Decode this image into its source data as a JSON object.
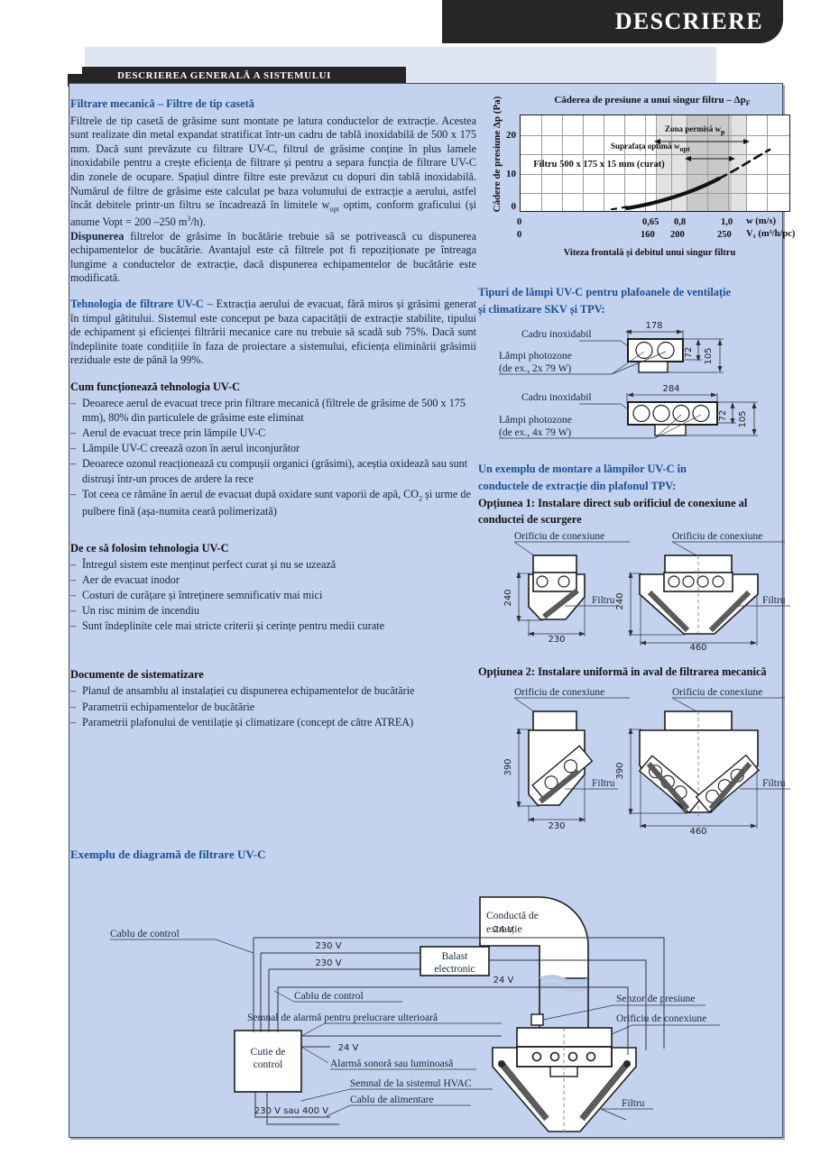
{
  "header": {
    "tab_title": "DESCRIERE",
    "sub_tab_title": "DESCRIEREA GENERALĂ A SISTEMULUI"
  },
  "left": {
    "s1_heading": "Filtrare mecanică – Filtre de tip casetă",
    "s1_p1_a": "Filtrele de tip casetă de grăsime sunt montate pe latura conductelor de extracție. Acestea sunt realizate din metal expandat stratificat într-un cadru de tablă inoxidabilă de 500 x 175 mm. Dacă sunt prevăzute cu filtrare UV-C, filtrul de grăsime conține în plus lamele inoxidabile pentru a crește eficiența de filtrare și pentru a separa funcția de filtrare UV-C din zonele de ocupare. Spațiul dintre filtre este prevăzut cu dopuri din tablă inoxidabilă. Numărul de filtre de grăsime este calculat pe baza volumului de extracție a aerului, astfel încât debitele printr-un filtru se încadrează în limitele w",
    "s1_p1_sub": "opt",
    "s1_p1_b": " optim, conform graficului (și anume Vopt = 200 –250 m",
    "s1_p1_sup": "3",
    "s1_p1_c": "/h).",
    "s1_p2_bold": "Dispunerea",
    "s1_p2": " filtrelor de grăsime în bucătărie trebuie să se potrivească cu dispunerea echipamentelor de bucătărie. Avantajul este că filtrele pot fi repoziționate pe întreaga lungime a conductelor de extracție, dacă dispunerea echipamentelor de bucătărie este modificată.",
    "s2_lead": "Tehnologia de filtrare UV-C",
    "s2_p": " – Extracția aerului de evacuat, fără miros și grăsimi generat în timpul gătitului. Sistemul este conceput pe baza capacității de extracție stabilite, tipului de echipament și eficienței filtrării mecanice care nu trebuie să scadă sub 75%. Dacă sunt îndeplinite toate condițiile în faza de proiectare a sistemului, eficiența eliminării grăsimii reziduale este de până la 99%.",
    "s3_heading": "Cum funcționează tehnologia UV-C",
    "s3_items": [
      "Deoarece aerul de evacuat trece prin filtrare mecanică (filtrele de grăsime de 500 x 175 mm), 80% din particulele de grăsime este eliminat",
      "Aerul de evacuat trece prin lămpile UV-C",
      "Lămpile UV-C creează ozon în aerul inconjurător",
      "Deoarece ozonul reacționează cu compușii organici (grăsimi), aceștia oxidează sau sunt distruși într-un proces de ardere la rece"
    ],
    "s3_item5_a": "Tot ceea ce rămâne în aerul de evacuat după oxidare sunt vaporii de apă, CO",
    "s3_item5_sub": "2",
    "s3_item5_b": " și urme de pulbere fină (așa-numita ceară polimerizată)",
    "s4_heading": "De ce să folosim tehnologia UV-C",
    "s4_items": [
      "Întregul sistem este menținut perfect curat și nu se uzează",
      "Aer de evacuat inodor",
      "Costuri de curățare și întreținere semnificativ mai mici",
      "Un risc minim de incendiu",
      "Sunt îndeplinite cele mai stricte criterii și cerințe pentru medii curate"
    ],
    "s5_heading": "Documente de sistematizare",
    "s5_items": [
      "Planul de ansamblu al instalației cu dispunerea echipamentelor de bucătărie",
      "Parametrii echipamentelor de bucătărie",
      "Parametrii plafonului de ventilație și climatizare (concept de către ATREA)"
    ],
    "s6_heading": "Exemplu de diagramă de filtrare UV-C"
  },
  "chart_data": {
    "type": "line",
    "title": "Căderea de presiune a unui singur filtru – Δp",
    "title_sub": "F",
    "ylabel": "Cădere de presiune Δp (Pa)",
    "xlabel": "Viteza frontală și debitul unui singur filtru",
    "ylim": [
      0,
      25
    ],
    "yticks": [
      0,
      10,
      20
    ],
    "ytick_labels": [
      "0",
      "10",
      "20"
    ],
    "xlim": [
      0,
      1.3
    ],
    "xticks": [
      0,
      0.65,
      0.8,
      1.0
    ],
    "xtick_labels": [
      "0",
      "0,65",
      "0,8",
      "1,0"
    ],
    "x2tick_labels": [
      "0",
      "160",
      "200",
      "250"
    ],
    "x_unit_primary": "w (m/s)",
    "x_unit_secondary": "V₁ (m³/h/pc)",
    "series_label": "Filtru 500 x 175 x 15 mm (curat)",
    "annotation_permissible": "Zona permisă w",
    "annotation_permissible_sub": "p",
    "annotation_optimal": "Suprafața optimă w",
    "annotation_optimal_sub": "opt",
    "permissible_range": [
      0.65,
      1.08
    ],
    "optimal_range": [
      0.8,
      1.0
    ],
    "curve_points": [
      {
        "x": 0.52,
        "y": 0.4
      },
      {
        "x": 0.65,
        "y": 1.2
      },
      {
        "x": 0.8,
        "y": 2.6
      },
      {
        "x": 0.9,
        "y": 4.0
      },
      {
        "x": 1.0,
        "y": 5.6
      },
      {
        "x": 1.1,
        "y": 7.6
      },
      {
        "x": 1.18,
        "y": 9.6
      },
      {
        "x": 1.3,
        "y": 13.5
      }
    ],
    "grid": true,
    "legend": "none"
  },
  "right": {
    "lamp_heading_l1": "Tipuri de lămpi UV-C pentru plafoanele de ventilație",
    "lamp_heading_l2": "și climatizare SKV și TPV:",
    "lamp1": {
      "frame_label": "Cadru inoxidabil",
      "lamp_label_l1": "Lămpi photozone",
      "lamp_label_l2": "(de ex., 2x 79 W)",
      "dim_width": "178",
      "dim_inner": "72",
      "dim_outer": "105",
      "lamp_count": 2
    },
    "lamp2": {
      "frame_label": "Cadru inoxidabil",
      "lamp_label_l1": "Lămpi photozone",
      "lamp_label_l2": "(de ex., 4x 79 W)",
      "dim_width": "284",
      "dim_inner": "72",
      "dim_outer": "105",
      "lamp_count": 4
    },
    "mount_heading_l1": "Un exemplu de montare a lămpilor UV-C în",
    "mount_heading_l2": "conductele de extracție din plafonul TPV:",
    "option1_l1": "Opțiunea 1: Instalare direct sub orificiul de conexiune al",
    "option1_l2": "conductei de scurgere",
    "option2": "Opțiunea 2: Instalare uniformă in aval de filtrarea mecanică",
    "label_orifice": "Orificiu de conexiune",
    "label_filter": "Filtru",
    "opt1_left_h": "240",
    "opt1_left_w": "230",
    "opt1_right_h": "240",
    "opt1_right_w": "460",
    "opt2_left_h": "390",
    "opt2_left_w": "230",
    "opt2_right_h": "390",
    "opt2_right_w": "460"
  },
  "schematic": {
    "duct_l1": "Conductă de",
    "duct_l2": "extracție",
    "ballast_l1": "Balast",
    "ballast_l2": "electronic",
    "control_box_l1": "Cutie de",
    "control_box_l2": "control",
    "control_cable_1": "Cablu de control",
    "control_cable_2": "Cablu de control",
    "v230_a": "230 V",
    "v230_b": "230 V",
    "v24_a": "24 V",
    "v24_b": "24 V",
    "v24_c": "24 V",
    "alarm_signal": "Semnal de alarmă pentru prelucrare ulterioară",
    "alarm_sound": "Alarmă sonoră sau luminoasă",
    "hvac_signal": "Semnal de la sistemul HVAC",
    "power_cable": "Cablu de alimentare",
    "power_voltage": "230 V sau 400 V",
    "pressure_sensor": "Senzor de presiune",
    "orifice": "Orificiu de conexiune",
    "filter": "Filtru"
  },
  "colors": {
    "panel_bg": "#c3d2ee",
    "tab_black": "#262626",
    "heading_blue": "#1a4f94",
    "band_blue": "#dfe5f3",
    "text_dark": "#12233d"
  }
}
